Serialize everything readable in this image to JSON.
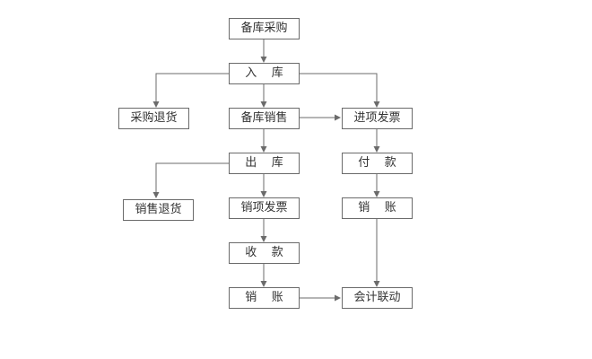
{
  "flowchart": {
    "nodes": {
      "stock_purchase": "备库采购",
      "warehouse_in": "入    库",
      "purchase_return": "采购退货",
      "stock_sales": "备库销售",
      "input_invoice": "进项发票",
      "warehouse_out": "出    库",
      "payment": "付    款",
      "sales_return": "销售退货",
      "sales_invoice": "销项发票",
      "payable_writeoff": "销    账",
      "collection": "收    款",
      "receivable_writeoff": "销    账",
      "accounting_link": "会计联动"
    }
  },
  "colors": {
    "line": "#6b6b6b",
    "border": "#6b6b6b",
    "text": "#333333",
    "background": "#ffffff"
  }
}
